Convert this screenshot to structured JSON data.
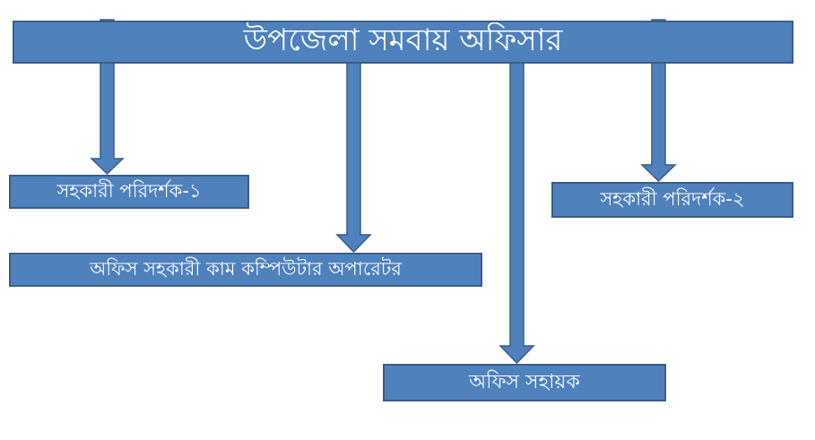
{
  "diagram": {
    "head": {
      "label": "উপজেলা  সমবায় অফিসার"
    },
    "boxes": {
      "inspector_1": {
        "label": "সহকারী পরিদর্শক-১"
      },
      "inspector_2": {
        "label": "সহকারী পরিদর্শক-২"
      },
      "operator": {
        "label": "অফিস সহকারী কাম কম্পিউটার অপারেটর"
      },
      "assistant": {
        "label": "অফিস সহায়ক"
      }
    },
    "colors": {
      "box_fill": "#4f81bd",
      "box_border": "#385d8a",
      "text": "#ffffff"
    }
  }
}
